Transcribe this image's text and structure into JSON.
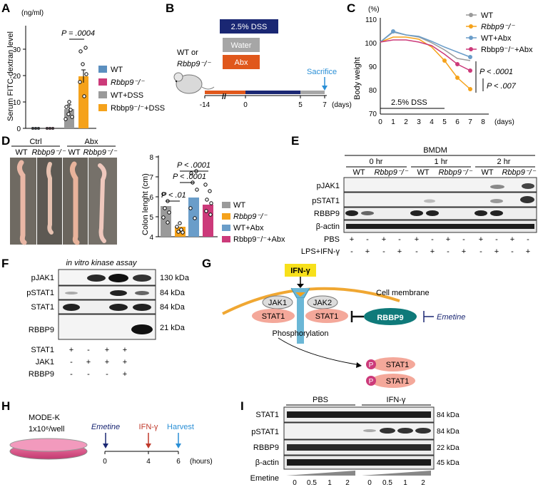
{
  "colors": {
    "wt": "#5b8fbf",
    "rbbp9": "#cc3a7a",
    "wt_dss": "#9a9a9a",
    "rbbp9_dss": "#f5a21b",
    "wt_abx": "#6a9dc9",
    "dss_box": "#1a2773",
    "water_box": "#a6a6a6",
    "abx_box": "#e0571b",
    "sacrifice": "#2a8fd6",
    "emetine": "#1a2773",
    "ifn_box": "#f7e01b",
    "ifn_text": "#c0392b",
    "harvest": "#2a8fd6",
    "stat_bubble": "#f4a89a",
    "rbbp9_bubble": "#0f7a7a",
    "dish": "#e0558a"
  },
  "panel_labels": [
    "A",
    "B",
    "C",
    "D",
    "E",
    "F",
    "G",
    "H",
    "I"
  ],
  "panelA": {
    "unit": "(ng/ml)",
    "ylabel": "Serum FITC-dextran level",
    "yticks": [
      "0",
      "10",
      "20",
      "30"
    ],
    "pvalue": "P = .0004",
    "legend": [
      "WT",
      "Rbbp9⁻/⁻",
      "WT+DSS",
      "Rbbp9⁻/⁻+DSS"
    ]
  },
  "panelB": {
    "mouse_label_1": "WT or",
    "mouse_label_2": "Rbbp9⁻/⁻",
    "boxes": [
      "2.5% DSS",
      "Water",
      "Abx"
    ],
    "sacrifice": "Sacrifice",
    "ticks": [
      "-14",
      "0",
      "5",
      "7"
    ],
    "unit": "(days)"
  },
  "panelC": {
    "unit": "(%)",
    "ylabel": "Body weight",
    "yticks": [
      "70",
      "80",
      "90",
      "100",
      "110"
    ],
    "xticks": [
      "0",
      "1",
      "2",
      "3",
      "4",
      "5",
      "6",
      "7",
      "8"
    ],
    "xunit": "(days)",
    "dss_label": "2.5% DSS",
    "legend": [
      "WT",
      "Rbbp9⁻/⁻",
      "WT+Abx",
      "Rbbp9⁻/⁻+Abx"
    ],
    "p1": "P < .0001",
    "p2": "P < .007"
  },
  "panelD": {
    "ctrl": "Ctrl",
    "abx": "Abx",
    "groups": [
      "WT",
      "Rbbp9⁻/⁻",
      "WT",
      "Rbbp9⁻/⁻"
    ],
    "ylabel": "Colon lenght (cm)",
    "yticks": [
      "4",
      "5",
      "6",
      "7",
      "8"
    ],
    "p1": "P < .01",
    "p2": "P < .0001",
    "p3": "P < .0001",
    "legend": [
      "WT",
      "Rbbp9⁻/⁻",
      "WT+Abx",
      "Rbbp9⁻/⁻+Abx"
    ]
  },
  "panelE": {
    "title": "BMDM",
    "times": [
      "0 hr",
      "1 hr",
      "2 hr"
    ],
    "genotypes": [
      "WT",
      "Rbbp9⁻/⁻"
    ],
    "rows": [
      "pJAK1",
      "pSTAT1",
      "RBBP9",
      "β-actin"
    ],
    "treat_rows": [
      "PBS",
      "LPS+IFN-γ"
    ],
    "pbs_signs": [
      "+",
      "-",
      "+",
      "-",
      "+",
      "-",
      "+",
      "-",
      "+",
      "-",
      "+",
      "-"
    ],
    "lps_signs": [
      "-",
      "+",
      "-",
      "+",
      "-",
      "+",
      "-",
      "+",
      "-",
      "+",
      "-",
      "+"
    ]
  },
  "panelF": {
    "title": "in vitro kinase assay",
    "rows": [
      "pJAK1",
      "pSTAT1",
      "STAT1",
      "RBBP9"
    ],
    "kda": [
      "130 kDa",
      "84 kDa",
      "84 kDa",
      "21 kDa"
    ],
    "cond_rows": [
      "STAT1",
      "JAK1",
      "RBBP9"
    ],
    "stat1_signs": [
      "+",
      "-",
      "+",
      "+"
    ],
    "jak1_signs": [
      "-",
      "+",
      "+",
      "+"
    ],
    "rbbp9_signs": [
      "-",
      "-",
      "-",
      "+"
    ]
  },
  "panelG": {
    "ifn": "IFN-γ",
    "membrane": "Cell membrane",
    "jak1": "JAK1",
    "jak2": "JAK2",
    "stat1": "STAT1",
    "rbbp9": "RBBP9",
    "emetine": "Emetine",
    "phospho": "Phosphorylation",
    "p": "P"
  },
  "panelH": {
    "cell": "MODE-K",
    "density": "1x10⁶/well",
    "emetine": "Emetine",
    "ifn": "IFN-γ",
    "harvest": "Harvest",
    "ticks": [
      "0",
      "4",
      "6"
    ],
    "unit": "(hours)"
  },
  "panelI": {
    "groups": [
      "PBS",
      "IFN-γ"
    ],
    "rows": [
      "STAT1",
      "pSTAT1",
      "RBBP9",
      "β-actin"
    ],
    "kda": [
      "84 kDa",
      "84 kDa",
      "22 kDa",
      "45 kDa"
    ],
    "emetine": "Emetine",
    "doses": [
      "0",
      "0.5",
      "1",
      "2",
      "0",
      "0.5",
      "1",
      "2"
    ]
  }
}
